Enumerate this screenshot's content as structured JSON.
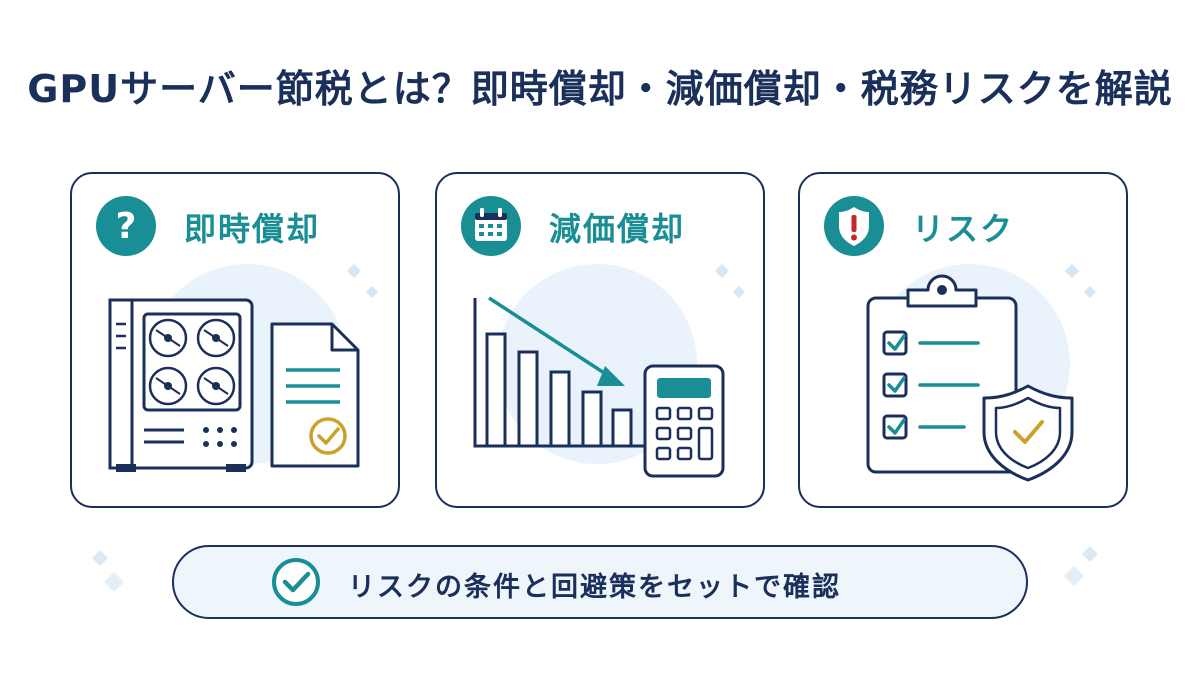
{
  "title": "GPUサーバー節税とは？即時償却・減価償却・税務リスクを解説",
  "cards": [
    {
      "title": "即時償却",
      "icon": "question-icon"
    },
    {
      "title": "減価償却",
      "icon": "calendar-icon"
    },
    {
      "title": "リスク",
      "icon": "shield-alert-icon"
    }
  ],
  "summary": {
    "text": "リスクの条件と回避策をセットで確認",
    "icon": "check-circle-icon"
  },
  "colors": {
    "navy": "#1b2f5b",
    "teal": "#1a8e95",
    "gold": "#c9a227",
    "light_blue": "#e8f2fa",
    "red": "#c62828"
  }
}
